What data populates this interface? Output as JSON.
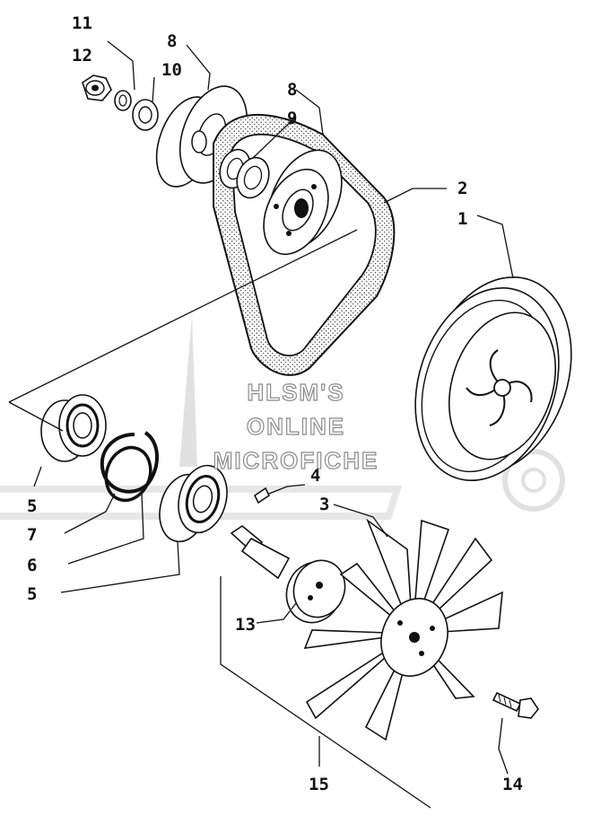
{
  "diagram": {
    "callouts": {
      "c1": "1",
      "c2": "2",
      "c3": "3",
      "c4": "4",
      "c5a": "5",
      "c5b": "5",
      "c6": "6",
      "c7": "7",
      "c8a": "8",
      "c8b": "8",
      "c9": "9",
      "c10": "10",
      "c11": "11",
      "c12": "12",
      "c13": "13",
      "c14": "14",
      "c15": "15"
    },
    "watermark": {
      "line1": "HLSM'S",
      "line2": "ONLINE",
      "line3": "MICROFICHE"
    }
  }
}
